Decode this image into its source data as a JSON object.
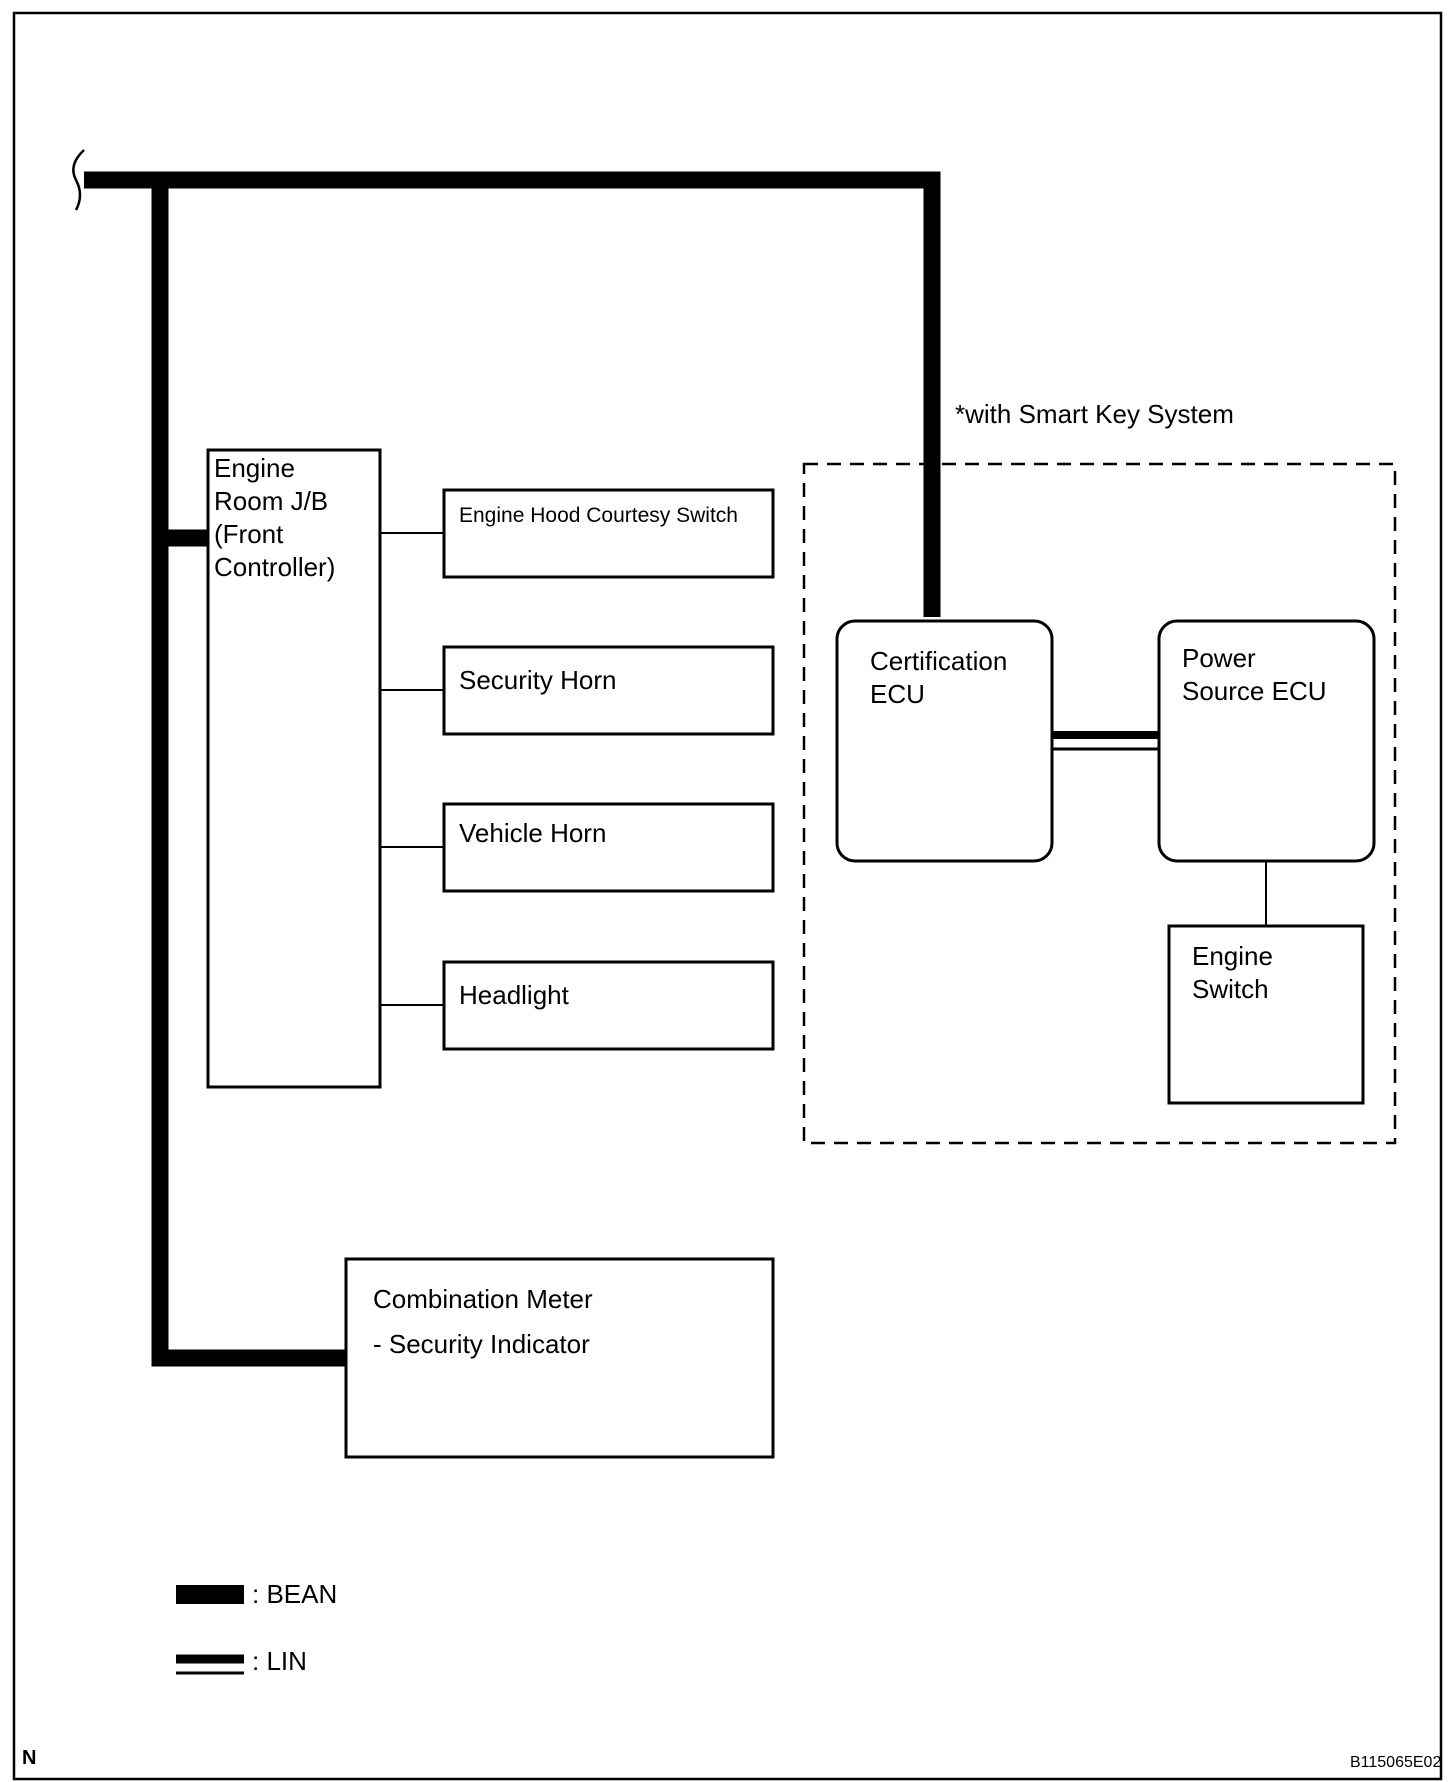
{
  "diagram": {
    "engine_room_jb": "Engine\nRoom J/B\n(Front\nController)",
    "engine_hood_courtesy_switch": "Engine Hood Courtesy Switch",
    "security_horn": "Security Horn",
    "vehicle_horn": "Vehicle Horn",
    "headlight": "Headlight",
    "combination_meter_line1": "Combination Meter",
    "combination_meter_line2": "- Security Indicator",
    "smart_key_note": "*with Smart Key System",
    "certification_ecu": "Certification\nECU",
    "power_source_ecu": "Power\nSource ECU",
    "engine_switch": "Engine\nSwitch"
  },
  "legend": {
    "bean_label": ":  BEAN",
    "lin_label": ":  LIN"
  },
  "footer": {
    "left_mark": "N",
    "figure_code": "B115065E02"
  }
}
